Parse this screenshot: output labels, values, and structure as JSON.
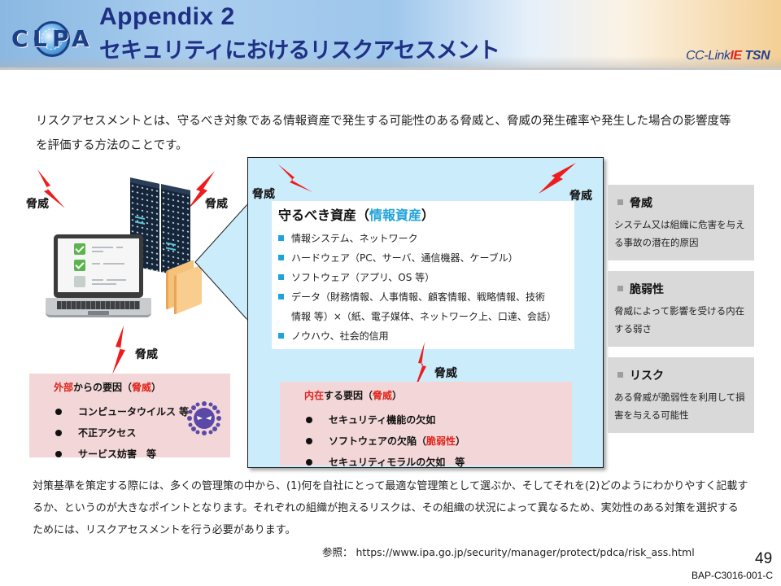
{
  "header": {
    "logo_letters": [
      "C",
      "L",
      "P",
      "A"
    ],
    "logo_text": "CC-Link Partner Association",
    "title_line1": "Appendix 2",
    "title_line2": "セキュリティにおけるリスクアセスメント",
    "brand": {
      "part1": "CC-Link",
      "part2": "IE",
      "part3": " TSN"
    }
  },
  "intro": "リスクアセスメントとは、守るべき対象である情報資産で発生する可能性のある脅威と、脅威の発生確率や発生した場合の影響度等を評価する方法のことです。",
  "threat_label": "脅威",
  "threat_labels": {
    "top_left": "脅威",
    "server": "脅威",
    "laptop_bottom": "脅威",
    "panel_left": "脅威",
    "panel_right": "脅威",
    "panel_bottom": "脅威"
  },
  "assets": {
    "title": "守るべき資産（",
    "title_accent": "情報資産",
    "title_end": "）",
    "items": [
      "情報システム、ネットワーク",
      "ハードウェア（PC、サーバ、通信機器、ケーブル）",
      "ソフトウェア（アプリ、OS 等）",
      "データ（財務情報、人事情報、顧客情報、戦略情報、技術",
      "情報 等）×（紙、電子媒体、ネットワーク上、口達、会話）",
      "ノウハウ、社会的信用"
    ]
  },
  "external_factors": {
    "head_red": "外部",
    "head_mid": "からの要因（",
    "head_red2": "脅威",
    "head_end": "）",
    "items": [
      "コンピュータウイルス 等",
      "不正アクセス",
      "サービス妨害　等"
    ]
  },
  "internal_factors": {
    "head_red": "内在",
    "head_mid": "する要因（",
    "head_red2": "脅威",
    "head_end": "）",
    "items": [
      "セキュリティ機能の欠如",
      "ソフトウェアの欠陥（",
      "セキュリティモラルの欠如　等"
    ],
    "item2_red": "脆弱性",
    "item2_end": "）"
  },
  "definitions": [
    {
      "term": "脅威",
      "desc": "システム又は組織に危害を与える事故の潜在的原因"
    },
    {
      "term": "脆弱性",
      "desc": "脅威によって影響を受ける内在する弱さ"
    },
    {
      "term": "リスク",
      "desc": "ある脅威が脆弱性を利用して損害を与える可能性"
    }
  ],
  "conclusion": "対策基準を策定する際には、多くの管理策の中から、(1)何を自社にとって最適な管理策として選ぶか、そしてそれを(2)どのようにわかりやすく記載するか、というのが大きなポイントとなります。それぞれの組織が抱えるリスクは、その組織の状況によって異なるため、実効性のある対策を選択するためには、リスクアセスメントを行う必要があります。",
  "reference": {
    "label": "参照：",
    "url": "https://www.ipa.go.jp/security/manager/protect/pdca/risk_ass.html"
  },
  "page_number": "49",
  "doc_code": "BAP-C3016-001-C",
  "colors": {
    "title": "#1f2f84",
    "accent_blue": "#1fa3da",
    "threat_red": "#e2231a",
    "panel_bg": "#cbecfb",
    "factor_bg": "#f3d7d8",
    "definition_bg": "#d9d9d9"
  }
}
